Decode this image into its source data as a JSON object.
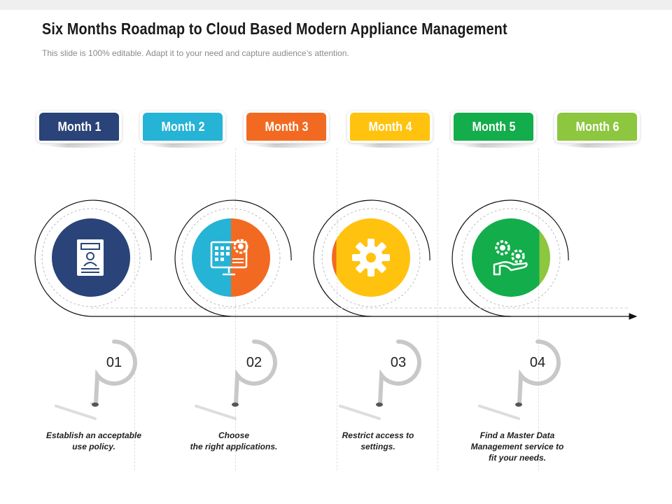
{
  "header": {
    "title": "Six Months Roadmap to Cloud Based Modern Appliance Management",
    "subtitle": "This slide is 100% editable. Adapt it to your need and capture audience’s attention."
  },
  "months": [
    {
      "label": "Month 1",
      "color": "#2a4378"
    },
    {
      "label": "Month 2",
      "color": "#25b3d6"
    },
    {
      "label": "Month 3",
      "color": "#f26a21"
    },
    {
      "label": "Month 4",
      "color": "#ffc20e"
    },
    {
      "label": "Month 5",
      "color": "#13ad4b"
    },
    {
      "label": "Month 6",
      "color": "#8dc63f"
    }
  ],
  "steps": [
    {
      "number": "01",
      "icon": "document-user-icon",
      "text_line1": "Establish  an acceptable",
      "text_line2": "use policy.",
      "text_line3": ""
    },
    {
      "number": "02",
      "icon": "computer-settings-icon",
      "text_line1": "Choose",
      "text_line2": "the right applications.",
      "text_line3": ""
    },
    {
      "number": "03",
      "icon": "gear-icon",
      "text_line1": "Restrict  access  to",
      "text_line2": "settings.",
      "text_line3": ""
    },
    {
      "number": "04",
      "icon": "hand-gears-icon",
      "text_line1": "Find a Master Data",
      "text_line2": "Management service to",
      "text_line3": "fit your needs."
    }
  ]
}
